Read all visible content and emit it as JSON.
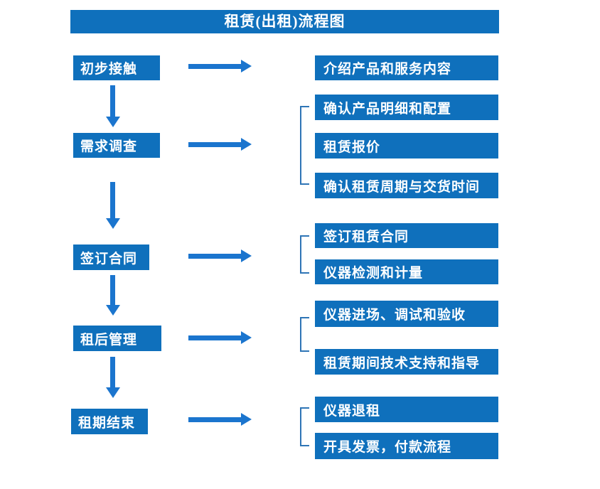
{
  "title": "租赁(出租)流程图",
  "colors": {
    "box_blue": "#0F70BC",
    "arrow_blue": "#1B75CE",
    "bracket_blue": "#2E75B6",
    "text": "#FFFFFF",
    "background": "#FFFFFF"
  },
  "stages": [
    {
      "label": "初步接触",
      "outputs": [
        "介绍产品和服务内容"
      ]
    },
    {
      "label": "需求调查",
      "outputs": [
        "确认产品明细和配置",
        "租赁报价",
        "确认租赁周期与交货时间"
      ]
    },
    {
      "label": "签订合同",
      "outputs": [
        "签订租赁合同",
        "仪器检测和计量"
      ]
    },
    {
      "label": "租后管理",
      "outputs": [
        "仪器进场、调试和验收",
        "租赁期间技术支持和指导"
      ]
    },
    {
      "label": "租期结束",
      "outputs": [
        "仪器退租",
        "开具发票，付款流程"
      ]
    }
  ]
}
